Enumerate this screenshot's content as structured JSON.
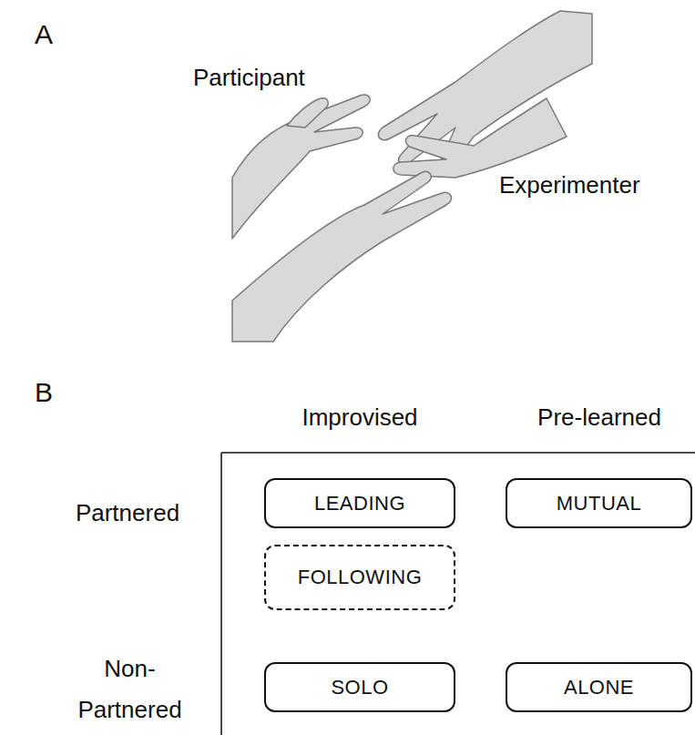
{
  "diagram": {
    "nodes": [
      {
        "text": [
          "LEADING"
        ]
      },
      {
        "text": [
          "MUTUAL"
        ]
      },
      {
        "text": [
          "FOLLOWING"
        ]
      },
      {
        "text": [
          "SOLO"
        ]
      },
      {
        "text": [
          "ALONE"
        ]
      }
    ],
    "labels": [
      "A",
      "Participant",
      "Experimenter",
      "B",
      "Improvised",
      "Pre-learned",
      "Partnered",
      "Non- Partnered"
    ]
  }
}
